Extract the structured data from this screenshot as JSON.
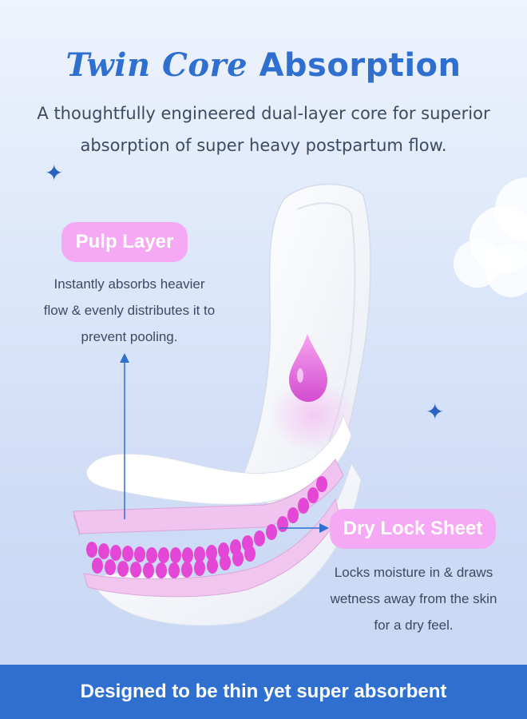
{
  "header": {
    "title_script": "Twin Core",
    "title_rest": "Absorption",
    "subtitle_line1": "A thoughtfully engineered dual-layer core for superior",
    "subtitle_line2": "absorption of super heavy postpartum flow."
  },
  "pulp_layer": {
    "label": "Pulp Layer",
    "desc_line1": "Instantly absorbs heavier",
    "desc_line2": "flow & evenly distributes it to",
    "desc_line3": "prevent pooling."
  },
  "dry_lock": {
    "label": "Dry Lock Sheet",
    "desc_line1": "Locks moisture in & draws",
    "desc_line2": "wetness away from the skin",
    "desc_line3": "for a dry feel."
  },
  "banner": {
    "text": "Designed to be thin yet super absorbent"
  },
  "colors": {
    "accent_blue": "#2f6fd0",
    "pill_pink": "#f5a9f4",
    "text_dark": "#3b4a63"
  },
  "icons": [
    "sparkle-icon",
    "droplet-icon",
    "arrow-up-icon",
    "arrow-right-icon",
    "cloud-icon"
  ]
}
